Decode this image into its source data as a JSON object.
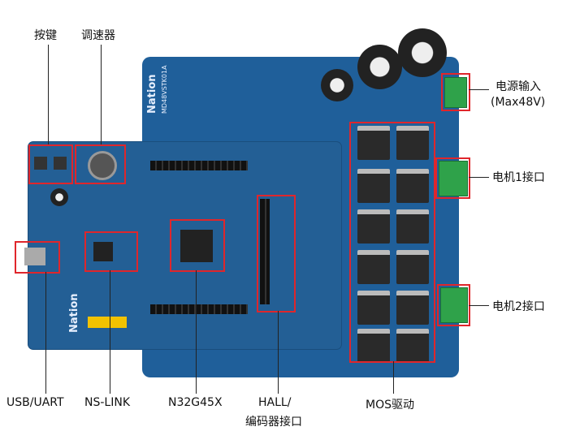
{
  "board": {
    "brand": "Nation",
    "model": "MD48VSTK01A"
  },
  "labels": {
    "button": "按键",
    "speed_regulator": "调速器",
    "power_input": "电源输入",
    "power_input_note": "(Max48V)",
    "motor1": "电机1接口",
    "motor2": "电机2接口",
    "usb_uart": "USB/UART",
    "ns_link": "NS-LINK",
    "mcu": "N32G45X",
    "hall_line1": "HALL/",
    "hall_line2": "编码器接口",
    "mos": "MOS驱动"
  },
  "colors": {
    "board": "#1f5f9a",
    "highlight": "#e0262b"
  }
}
